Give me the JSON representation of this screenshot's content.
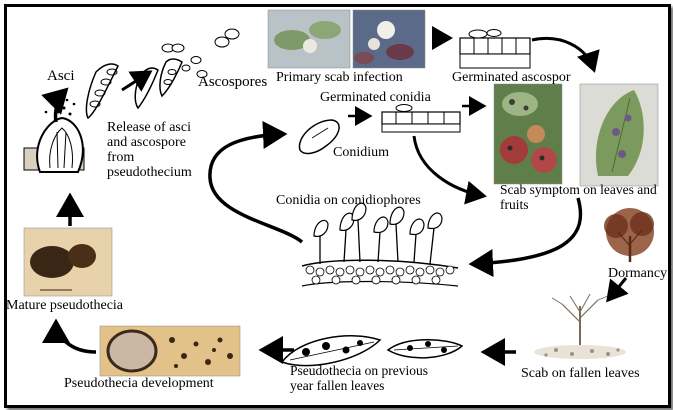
{
  "colors": {
    "line": "#000000",
    "leaf_green": "#6e8a52",
    "fruit_red": "#9a3a3a",
    "tree_brown": "#7a3b1a",
    "tissue": "#d8a05a",
    "photo_dark": "#3a2615"
  },
  "labels": {
    "asci": "Asci",
    "ascospores": "Ascospores",
    "primary_scab_infection": "Primary scab infection",
    "germinated_ascospore": "Germinated ascospor",
    "germinated_conidia": "Germinated conidia",
    "release_asci": "Release of asci and ascospore from pseudothecium",
    "conidium": "Conidium",
    "scab_symptom": "Scab symptom on leaves and fruits",
    "conidia_on_conidiophores": "Conidia on conidiophores",
    "dormancy": "Dormancy",
    "mature_pseudothecia": "Mature pseudothecia",
    "scab_fallen_leaves": "Scab on fallen leaves",
    "pseudothecia_previous": "Pseudothecia on previous year fallen leaves",
    "pseudothecia_development": "Pseudothecia development"
  }
}
